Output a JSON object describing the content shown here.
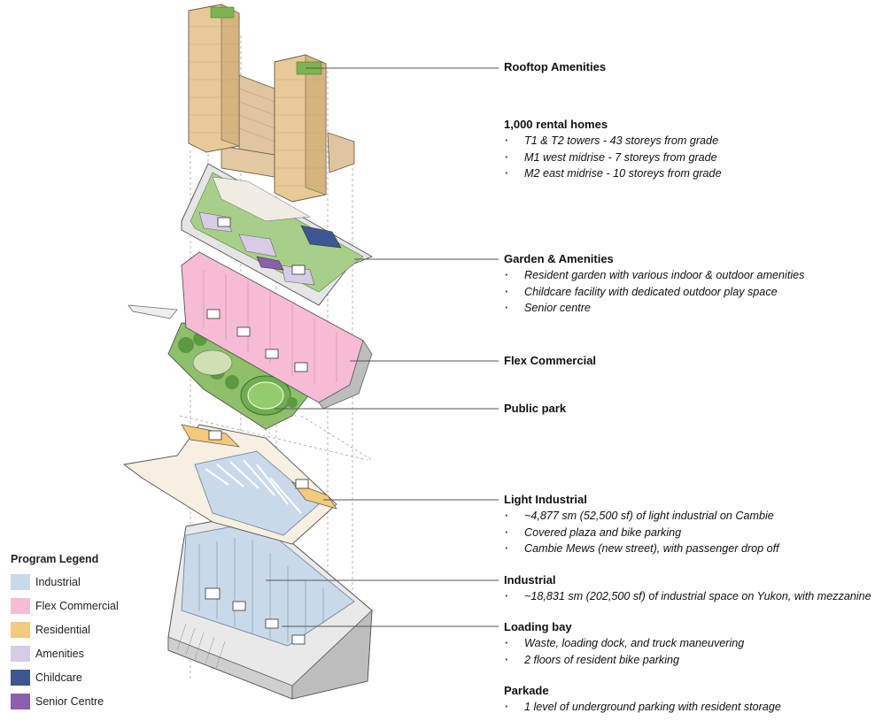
{
  "callouts": {
    "rooftop": {
      "title": "Rooftop Amenities"
    },
    "rental": {
      "title": "1,000 rental homes",
      "bullets": [
        "T1 & T2 towers - 43 storeys from grade",
        "M1 west midrise - 7 storeys from grade",
        "M2 east midrise - 10 storeys from grade"
      ]
    },
    "garden": {
      "title": "Garden & Amenities",
      "bullets": [
        "Resident garden with various indoor & outdoor amenities",
        "Childcare facility with dedicated outdoor play space",
        "Senior centre"
      ]
    },
    "flex": {
      "title": "Flex Commercial"
    },
    "park": {
      "title": "Public park"
    },
    "light_industrial": {
      "title": "Light Industrial",
      "bullets": [
        "~4,877 sm (52,500 sf) of light industrial on Cambie",
        "Covered plaza and bike parking",
        "Cambie Mews (new street), with passenger drop off"
      ]
    },
    "industrial": {
      "title": "Industrial",
      "bullets": [
        "~18,831 sm (202,500 sf) of industrial space on Yukon, with mezzanine"
      ]
    },
    "loading": {
      "title": "Loading bay",
      "bullets": [
        "Waste, loading dock, and truck maneuvering",
        "2 floors of resident bike parking"
      ]
    },
    "parkade": {
      "title": "Parkade",
      "bullets": [
        "1 level of underground parking with resident storage"
      ]
    }
  },
  "legend": {
    "title": "Program Legend",
    "items": [
      {
        "label": "Industrial",
        "color": "#c9d9ea"
      },
      {
        "label": "Flex Commercial",
        "color": "#f6bcd5"
      },
      {
        "label": "Residential",
        "color": "#f3c97e"
      },
      {
        "label": "Amenities",
        "color": "#d8cbe6"
      },
      {
        "label": "Childcare",
        "color": "#3d5793"
      },
      {
        "label": "Senior Centre",
        "color": "#8a5fae"
      }
    ]
  },
  "colors": {
    "tower": "#e8c999",
    "midrise": "#dfc4a0",
    "park_green": "#6fae4f",
    "pink": "#f6bcd5",
    "industrial_blue": "#c9d9ea",
    "garden_green": "#a8cf8a",
    "slab_grey": "#d4d4d4"
  }
}
